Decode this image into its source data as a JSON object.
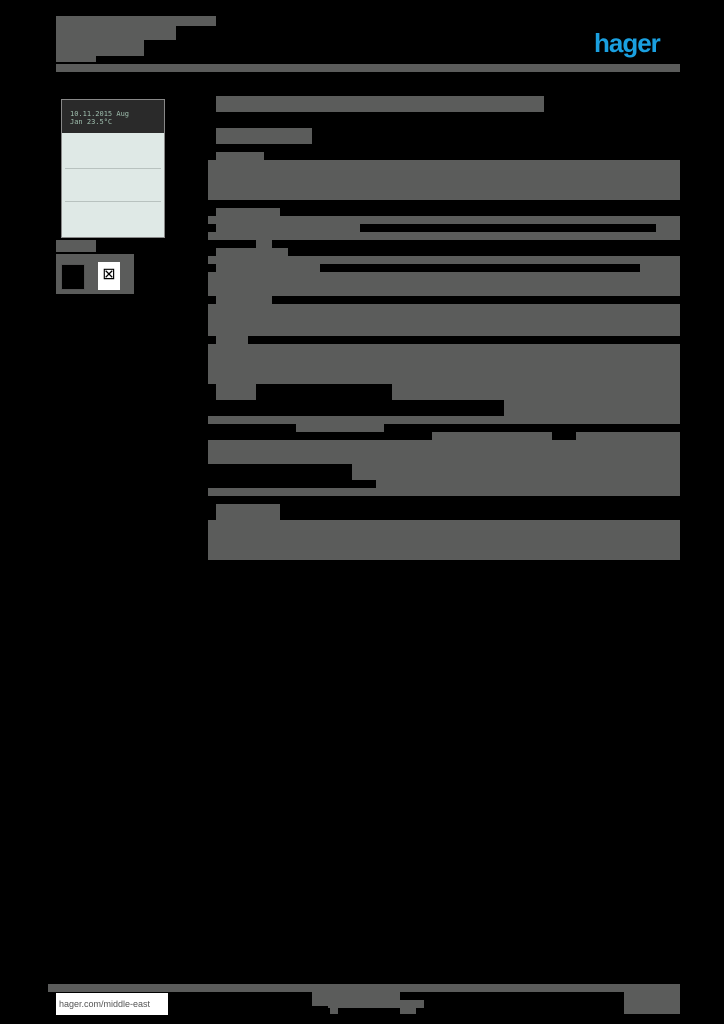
{
  "header": {
    "brand": "hager",
    "brand_color": "#1aa0e0",
    "title_redacted": true
  },
  "product_image": {
    "display_text_line1": "10.11.2015  Aug",
    "display_text_line2": "Jan        23.5°C"
  },
  "icons": {
    "weee_symbol": "⊠"
  },
  "footer": {
    "link": "hager.com/middle-east"
  },
  "colors": {
    "redaction_grey": "#5b5c5b",
    "background": "#000000"
  }
}
